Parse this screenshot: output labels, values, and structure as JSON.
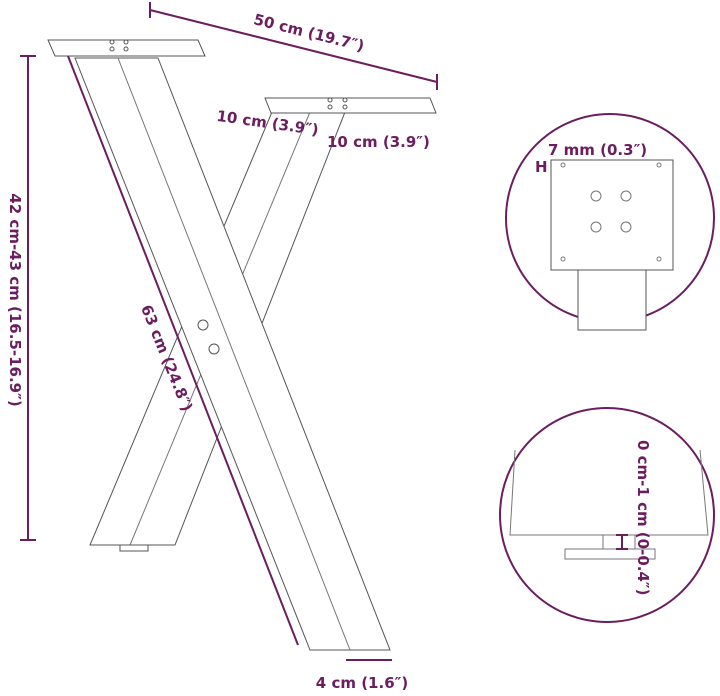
{
  "labels": {
    "width": "50 cm (19.7″)",
    "plate_depth": "10 cm (3.9″)",
    "plate_width": "10 cm (3.9″)",
    "height": "42 cm-43 cm (16.5-16.9″)",
    "leg_length": "63 cm (24.8″)",
    "leg_width": "4 cm (1.6″)",
    "plate_thickness": "7 mm (0.3″)",
    "foot_adjust": "0 cm-1 cm (0-0.4″)"
  },
  "colors": {
    "accent": "#6b1d5f"
  }
}
